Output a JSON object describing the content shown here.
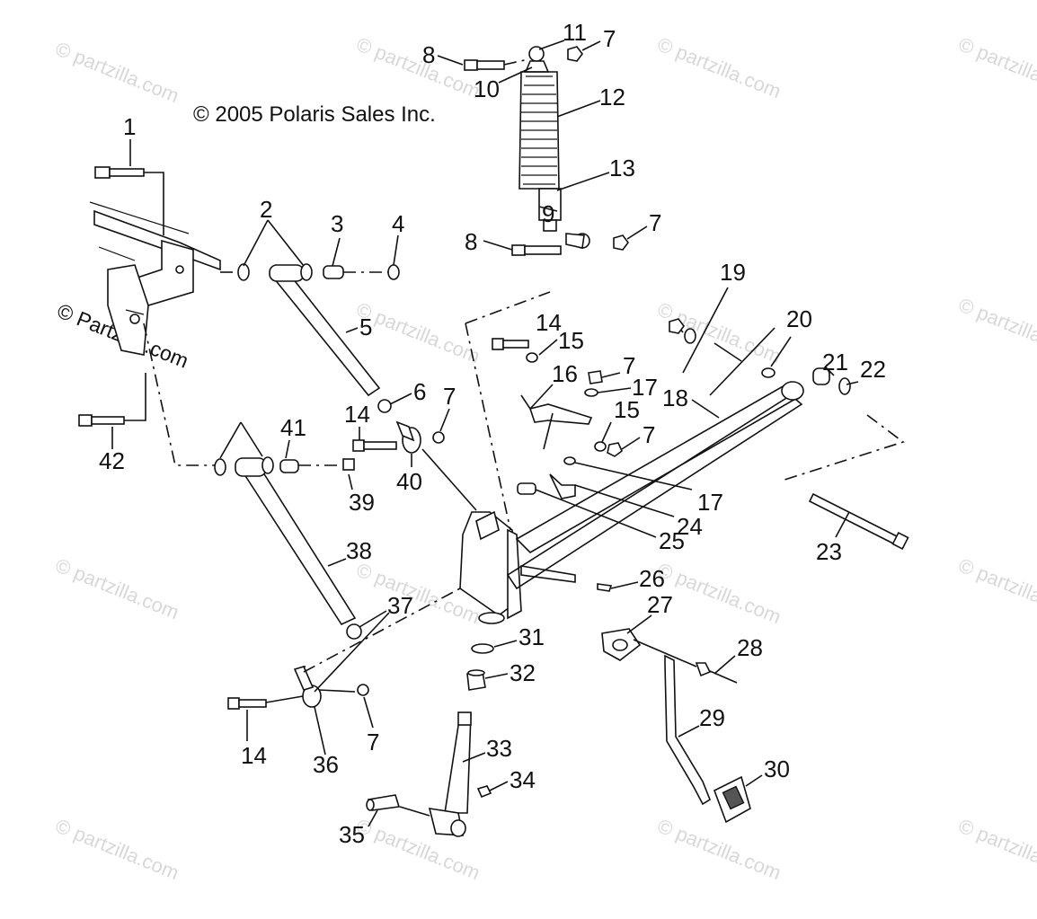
{
  "copyright": "© 2005 Polaris Sales Inc.",
  "watermark_large": "© Partzilla.com",
  "watermark_small": "© partzilla.com",
  "callouts": [
    "1",
    "2",
    "3",
    "4",
    "5",
    "6",
    "7",
    "8",
    "9",
    "10",
    "11",
    "12",
    "13",
    "14",
    "15",
    "16",
    "17",
    "18",
    "19",
    "20",
    "21",
    "22",
    "23",
    "24",
    "25",
    "26",
    "27",
    "28",
    "29",
    "30",
    "31",
    "32",
    "33",
    "34",
    "35",
    "36",
    "37",
    "38",
    "39",
    "40",
    "41",
    "42"
  ],
  "colors": {
    "ink": "#111111",
    "watermark": "#d8d8d8",
    "background": "#ffffff"
  }
}
